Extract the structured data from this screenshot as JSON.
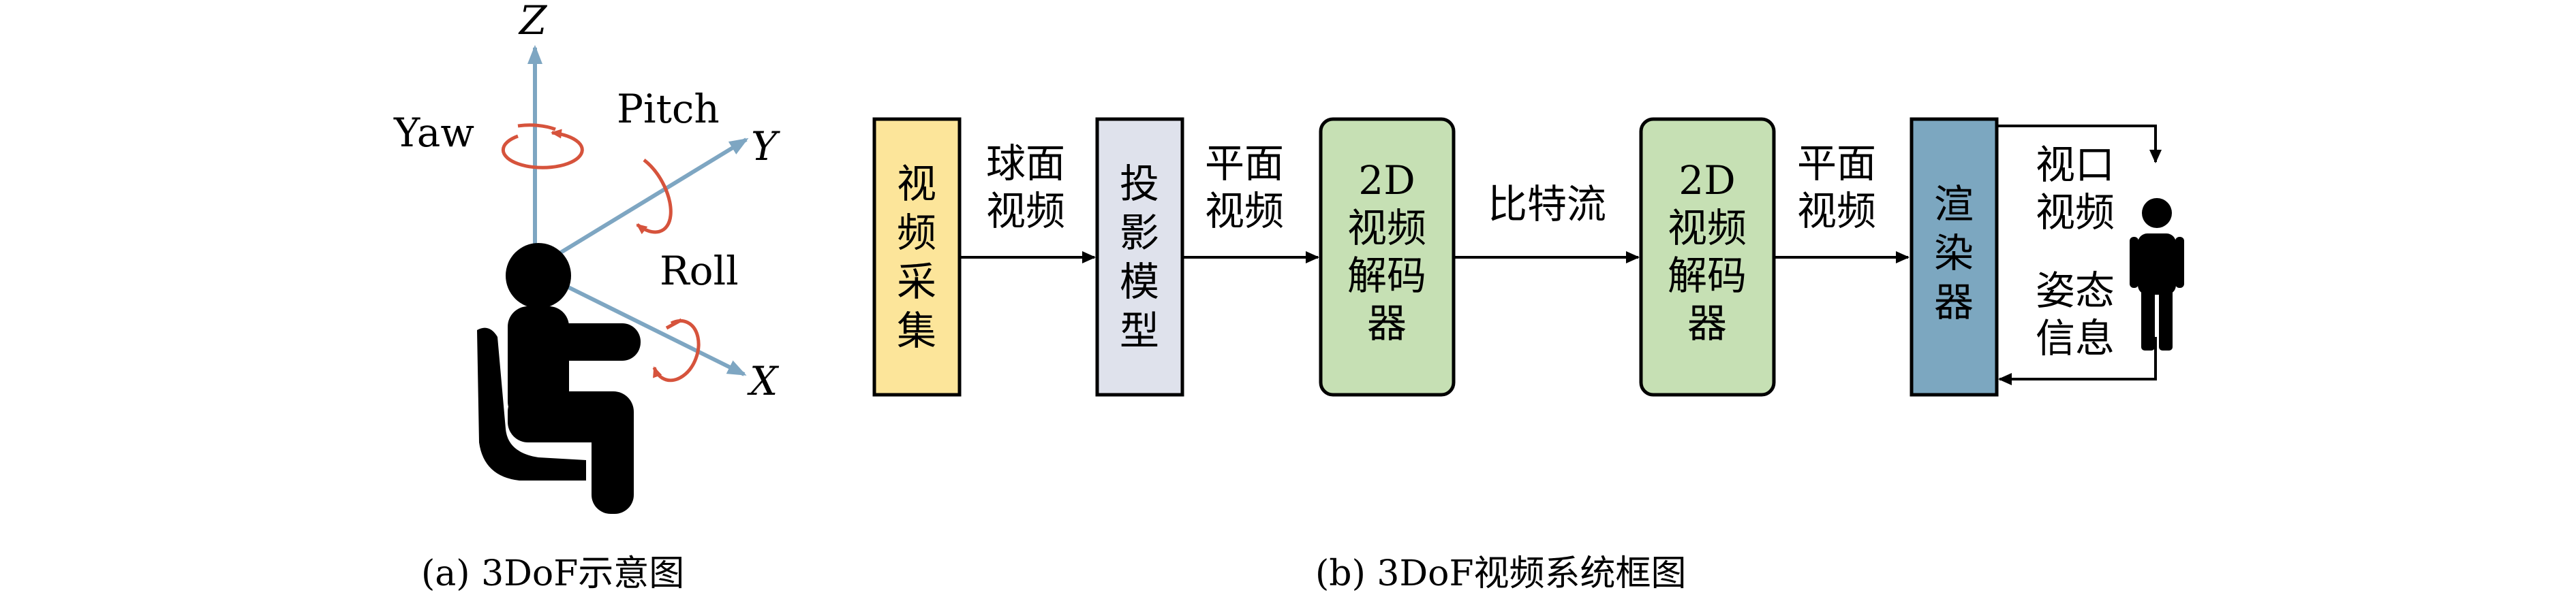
{
  "panel_a": {
    "caption": "(a) 3DoF示意图",
    "axes": {
      "z": "Z",
      "y": "Y",
      "x": "X"
    },
    "rotations": {
      "yaw": "Yaw",
      "pitch": "Pitch",
      "roll": "Roll"
    }
  },
  "panel_b": {
    "caption": "(b) 3DoF视频系统框图",
    "blocks": [
      {
        "lines": [
          "视",
          "频",
          "采",
          "集"
        ],
        "color": "#fce59a"
      },
      {
        "lines": [
          "投",
          "影",
          "模",
          "型"
        ],
        "color": "#dfe2ec"
      },
      {
        "lines": [
          "2D",
          "视频",
          "解码",
          "器"
        ],
        "color": "#c6e0b4"
      },
      {
        "lines": [
          "2D",
          "视频",
          "解码",
          "器"
        ],
        "color": "#c6e0b4"
      },
      {
        "lines": [
          "渲",
          "染",
          "器"
        ],
        "color": "#7ca7c0"
      }
    ],
    "edge_labels": [
      {
        "lines": [
          "球面",
          "视频"
        ]
      },
      {
        "lines": [
          "平面",
          "视频"
        ]
      },
      {
        "lines": [
          "比特流"
        ]
      },
      {
        "lines": [
          "平面",
          "视频"
        ]
      },
      {
        "lines": [
          "视口",
          "视频"
        ]
      },
      {
        "lines": [
          "姿态",
          "信息"
        ]
      }
    ]
  },
  "colors": {
    "axis": "#7ea6c2",
    "rotation": "#d6533c",
    "figure": "#000000"
  }
}
